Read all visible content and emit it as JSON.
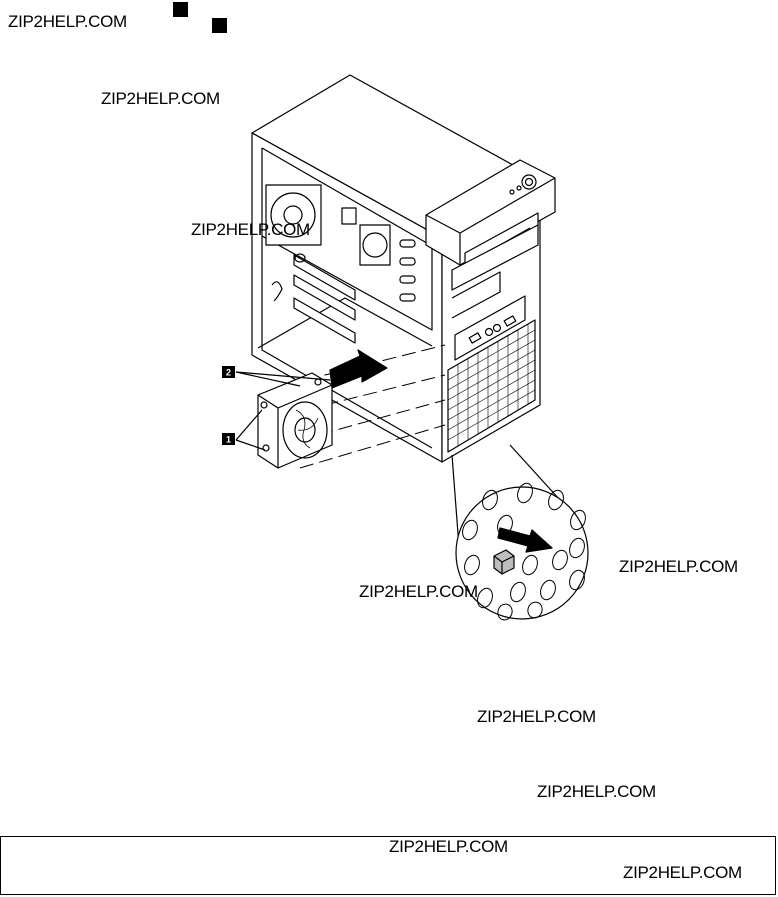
{
  "watermarks": [
    "ZIP2HELP.COM",
    "ZIP2HELP.COM",
    "ZIP2HELP.COM",
    "ZIP2HELP.COM",
    "ZIP2HELP.COM",
    "ZIP2HELP.COM",
    "ZIP2HELP.COM",
    "ZIP2HELP.COM",
    "ZIP2HELP.COM"
  ],
  "callouts": [
    "1",
    "2"
  ],
  "icons": [
    "black-square-icon",
    "black-square-icon"
  ]
}
